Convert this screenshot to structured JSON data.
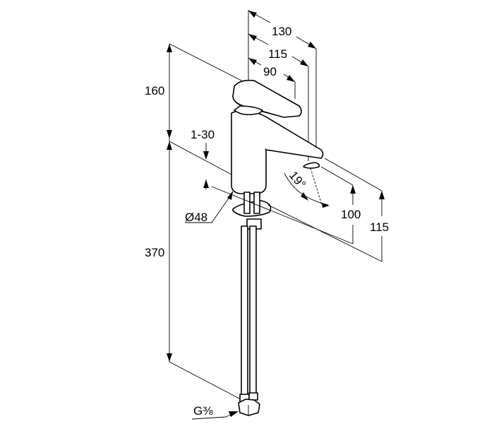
{
  "drawing": {
    "title": "Basin mixer dimension drawing",
    "dimensions": {
      "overall_reach": "130",
      "spout_reach": "115",
      "lever_reach": "90",
      "height_above_spout": "160",
      "hose_length": "370",
      "deck_thickness": "1-30",
      "base_diameter": "Ø48",
      "spout_angle": "19°",
      "spout_height": "100",
      "total_spout_height": "115",
      "connection_thread": "G⅜"
    }
  }
}
